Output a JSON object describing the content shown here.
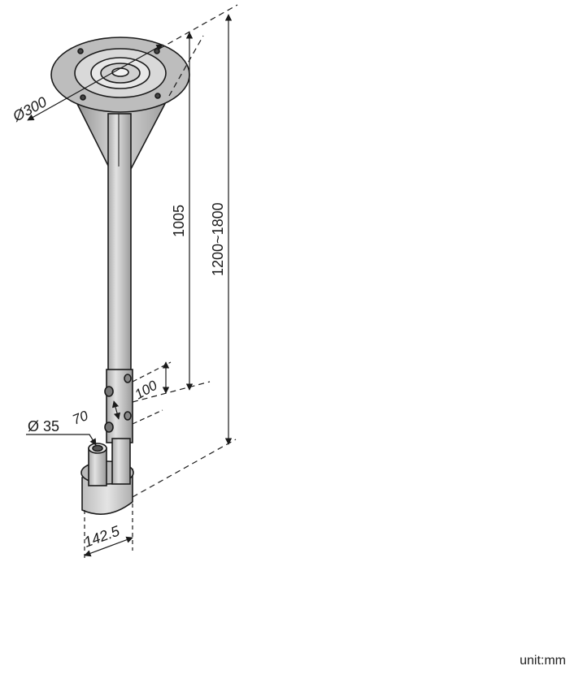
{
  "dimensions": {
    "head_diameter": "Ø300",
    "dist_head_to_sleeve": "1005",
    "overall_height": "1200~1800",
    "sleeve_length": "100",
    "pin_spacing": "70",
    "tube_diameter": "Ø 35",
    "base_width": "142.5"
  },
  "unit_label": "unit:mm",
  "colors": {
    "line": "#1a1a1a",
    "surface_light": "#cfcfcf",
    "surface_mid": "#b8b8b8",
    "surface_dark": "#8a8a8a",
    "pole": "#c8c8c8",
    "background": "#ffffff"
  }
}
